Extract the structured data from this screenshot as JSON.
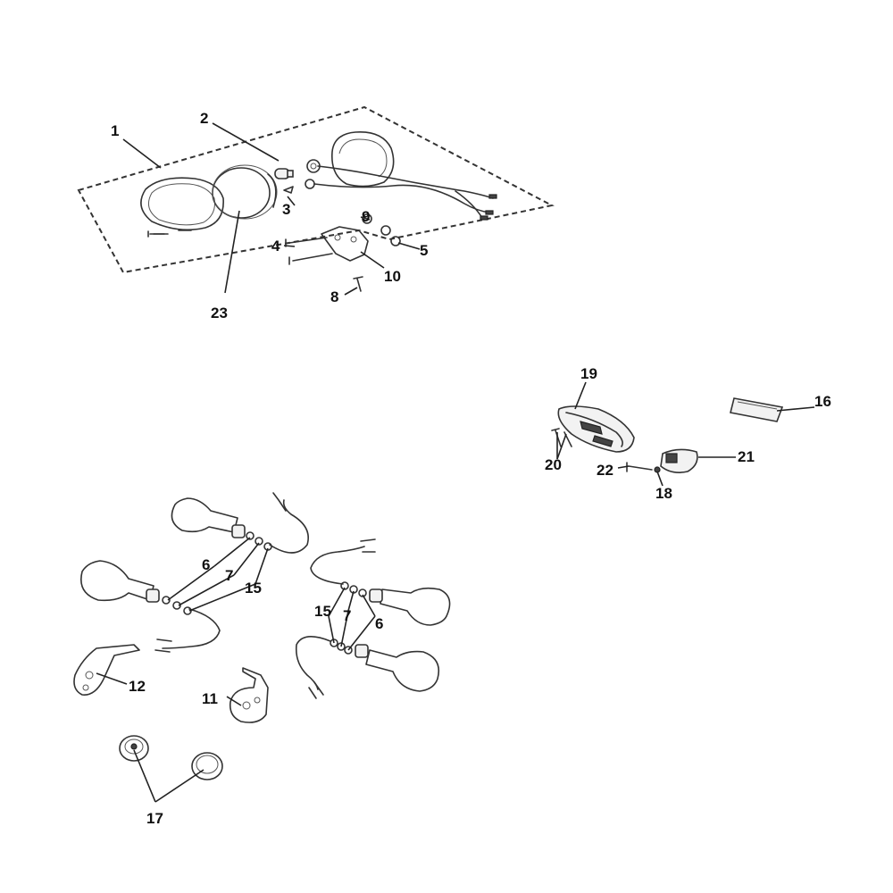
{
  "callouts": {
    "c1": "1",
    "c2": "2",
    "c3": "3",
    "c4": "4",
    "c5": "5",
    "c6a": "6",
    "c6b": "6",
    "c7a": "7",
    "c7b": "7",
    "c8": "8",
    "c9": "9",
    "c10": "10",
    "c11": "11",
    "c12": "12",
    "c15a": "15",
    "c15b": "15",
    "c16": "16",
    "c17": "17",
    "c18": "18",
    "c19": "19",
    "c20": "20",
    "c21": "21",
    "c22": "22",
    "c23": "23"
  },
  "colors": {
    "line": "#333333",
    "background": "#ffffff"
  }
}
